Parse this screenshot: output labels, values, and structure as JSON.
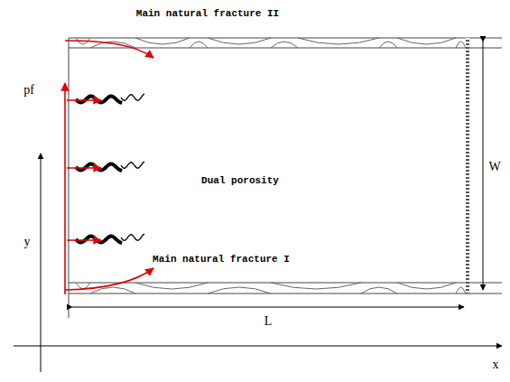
{
  "diagram": {
    "nodes": [
      {
        "text": [
          "Dual porosity"
        ]
      },
      {
        "text": [
          "Main natural fracture II"
        ],
        "in": 0
      },
      {
        "text": [
          "Main natural fracture I"
        ],
        "in": 0
      }
    ],
    "labels": [
      "pf",
      "W",
      "L",
      "y",
      "x"
    ]
  }
}
